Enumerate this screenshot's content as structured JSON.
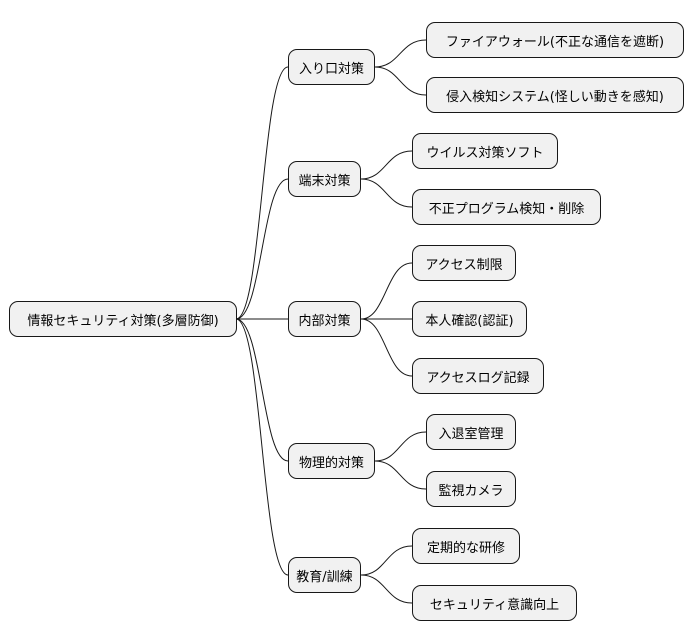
{
  "mindmap": {
    "root": {
      "label": "情報セキュリティ対策(多層防御)"
    },
    "branches": [
      {
        "label": "入り口対策",
        "children": [
          {
            "label": "ファイアウォール(不正な通信を遮断)"
          },
          {
            "label": "侵入検知システム(怪しい動きを感知)"
          }
        ]
      },
      {
        "label": "端末対策",
        "children": [
          {
            "label": "ウイルス対策ソフト"
          },
          {
            "label": "不正プログラム検知・削除"
          }
        ]
      },
      {
        "label": "内部対策",
        "children": [
          {
            "label": "アクセス制限"
          },
          {
            "label": "本人確認(認証)"
          },
          {
            "label": "アクセスログ記録"
          }
        ]
      },
      {
        "label": "物理的対策",
        "children": [
          {
            "label": "入退室管理"
          },
          {
            "label": "監視カメラ"
          }
        ]
      },
      {
        "label": "教育/訓練",
        "children": [
          {
            "label": "定期的な研修"
          },
          {
            "label": "セキュリティ意識向上"
          }
        ]
      }
    ]
  }
}
